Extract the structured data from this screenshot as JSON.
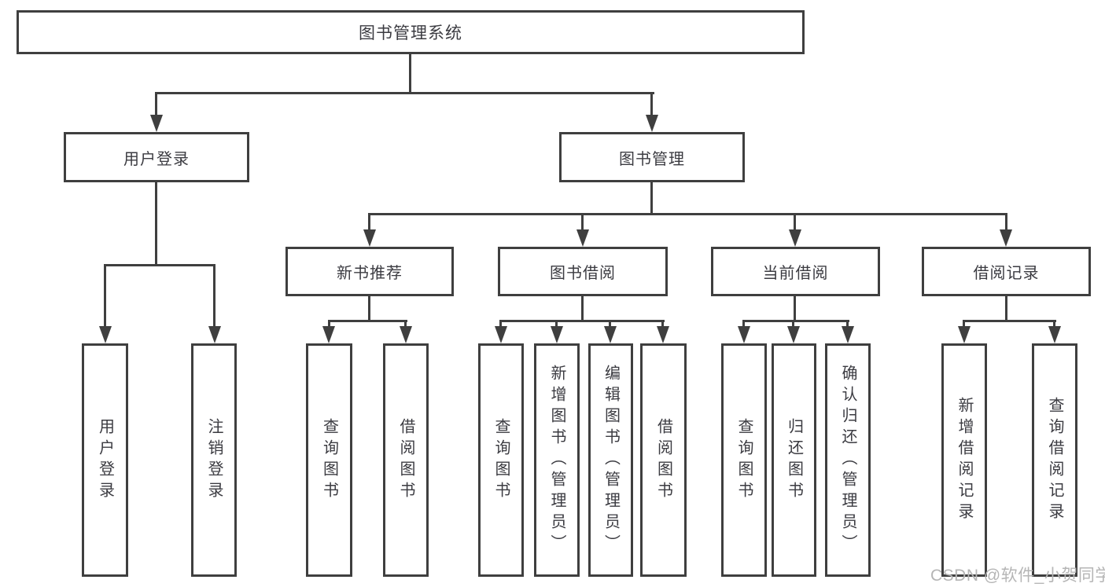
{
  "diagram": {
    "title": "图书管理系统",
    "nodes": {
      "root": {
        "label": "图书管理系统"
      },
      "user_login": {
        "label": "用户登录"
      },
      "book_mgmt": {
        "label": "图书管理"
      },
      "new_books": {
        "label": "新书推荐"
      },
      "book_borrow": {
        "label": "图书借阅"
      },
      "current_borrow": {
        "label": "当前借阅"
      },
      "borrow_records": {
        "label": "借阅记录"
      },
      "leaves": [
        {
          "label": "用户登录"
        },
        {
          "label": "注销登录"
        },
        {
          "label": "查询图书"
        },
        {
          "label": "借阅图书"
        },
        {
          "label": "查询图书"
        },
        {
          "label": "新增图书（管理员）"
        },
        {
          "label": "编辑图书（管理员）"
        },
        {
          "label": "借阅图书"
        },
        {
          "label": "查询图书"
        },
        {
          "label": "归还图书"
        },
        {
          "label": "确认归还（管理员）"
        },
        {
          "label": "新增借阅记录"
        },
        {
          "label": "查询借阅记录"
        }
      ]
    }
  },
  "watermark": {
    "text": "CSDN @软件_小贺同学"
  },
  "colors": {
    "line": "#3f3f3f",
    "text": "#3b3b41",
    "watermark": "#b5b5b5",
    "background": "#ffffff"
  }
}
